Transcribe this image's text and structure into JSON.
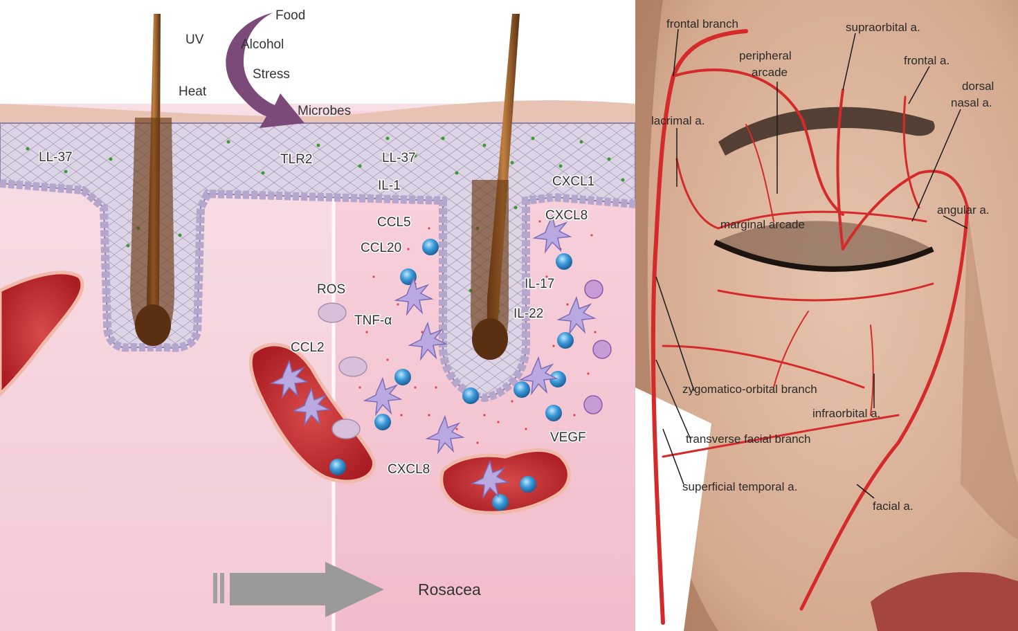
{
  "left_diagram": {
    "triggers": [
      "Food",
      "Alcohol",
      "Stress",
      "Microbes"
    ],
    "environment": [
      "UV",
      "Heat"
    ],
    "mediators": {
      "ll37_left": "LL-37",
      "tlr2": "TLR2",
      "ll37_right": "LL-37",
      "il1": "IL-1",
      "cxcl1": "CXCL1",
      "cxcl8_top": "CXCL8",
      "ccl5": "CCL5",
      "ccl20": "CCL20",
      "ros": "ROS",
      "tnf": "TNF-α",
      "il17": "IL-17",
      "il22": "IL-22",
      "ccl2": "CCL2",
      "vegf": "VEGF",
      "cxcl8_bottom": "CXCL8"
    },
    "outcome": "Rosacea",
    "colors": {
      "dermis": "#f6dce3",
      "epidermis": "#d7cfe0",
      "basal_cells": "#b4a6cc",
      "hair": "#8a4f20",
      "vessel": "#c0272d",
      "vessel_rim": "#f0b9aa",
      "arrow_purple": "#7b4a79",
      "arrow_gray": "#9a9a9a",
      "granules": "#3a9a3a",
      "inflammation_dots": "#e0252d",
      "lymphocyte": "#2f8fd0",
      "dendritic": "#b9a9e0"
    }
  },
  "right_diagram": {
    "labels": {
      "frontal_branch": "frontal branch",
      "supraorbital": "supraorbital a.",
      "peripheral_arcade": [
        "peripheral",
        "arcade"
      ],
      "frontal_a": "frontal a.",
      "dorsal_nasal": [
        "dorsal",
        "nasal a."
      ],
      "lacrimal": "lacrimal a.",
      "marginal_arcade": "marginal arcade",
      "angular": "angular a.",
      "zygomatico_orbital": "zygomatico-orbital branch",
      "infraorbital": "infraorbital a.",
      "transverse_facial": "transverse facial branch",
      "superficial_temporal": "superficial temporal a.",
      "facial": "facial a."
    },
    "colors": {
      "skin": "#d9b49b",
      "artery": "#d42a2a",
      "brow": "#3b2a22",
      "lips": "#a5453f"
    }
  }
}
